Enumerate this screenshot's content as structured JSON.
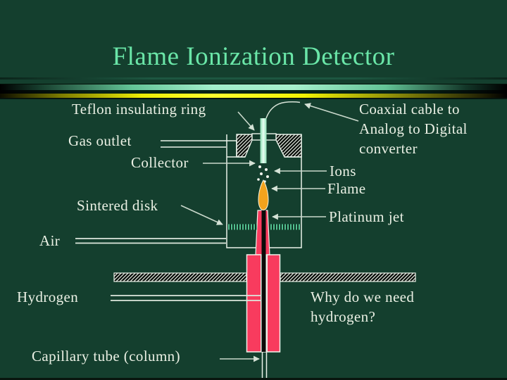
{
  "slide": {
    "title": "Flame Ionization Detector",
    "colors": {
      "background": "#143F2E",
      "title_text": "#6AE6A8",
      "divider_green": "#A2EECB",
      "divider_yellow": "#FFFF2E",
      "label_text": "#EAF0E4",
      "flame_orange": "#F3A31D",
      "jet_red": "#F83B5E",
      "collector_mint": "#BFF3D9",
      "sintered_green": "#53C08F"
    }
  },
  "diagram": {
    "labels": {
      "teflon_ring": "Teflon insulating ring",
      "gas_outlet": "Gas outlet",
      "collector": "Collector",
      "sintered_disk": "Sintered disk",
      "air": "Air",
      "hydrogen": "Hydrogen",
      "capillary_tube": "Capillary tube (column)",
      "coaxial_cable": "Coaxial cable to Analog to Digital converter",
      "ions": "Ions",
      "flame": "Flame",
      "platinum_jet": "Platinum jet",
      "question": "Why do we need hydrogen?"
    }
  }
}
